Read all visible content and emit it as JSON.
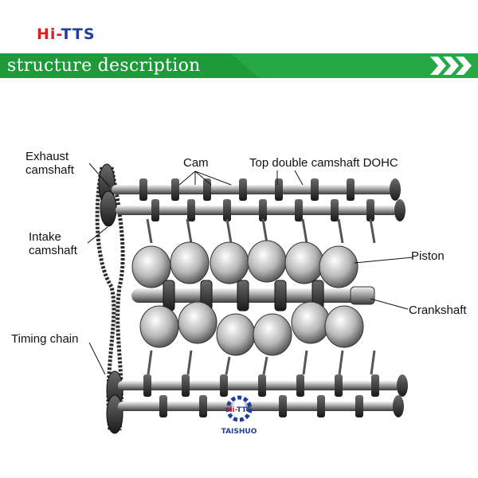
{
  "brand": {
    "logo_hi": "Hi-",
    "logo_tts": "TTS"
  },
  "banner": {
    "title": "structure description",
    "accent_color": "#1f9a3a"
  },
  "labels": {
    "exhaust_camshaft": "Exhaust\ncamshaft",
    "cam": "Cam",
    "top_double_camshaft": "Top double camshaft DOHC",
    "intake_camshaft": "Intake\ncamshaft",
    "piston": "Piston",
    "crankshaft": "Crankshaft",
    "timing_chain": "Timing chain"
  },
  "watermark": {
    "text": "TAISHUO",
    "logo_hi": "Hi-",
    "logo_tts": "TTS"
  }
}
